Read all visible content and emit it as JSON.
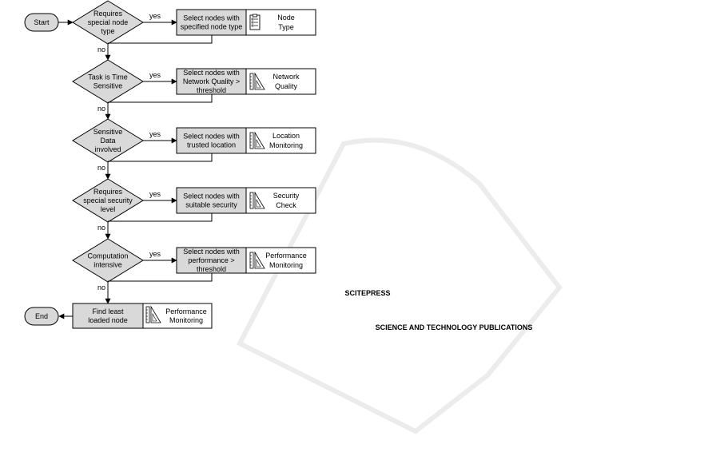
{
  "watermark": {
    "brand": "SCITEPRESS",
    "tagline": "SCIENCE AND TECHNOLOGY PUBLICATIONS",
    "color": "#e4e4e4"
  },
  "colors": {
    "process_fill": "#d9d9d9",
    "line": "#000000"
  },
  "start": {
    "label": "Start"
  },
  "end": {
    "label": "End"
  },
  "decisions": [
    {
      "lines": [
        "Requires",
        "special node",
        "type"
      ],
      "yes": "yes",
      "no": "no",
      "action": [
        "Select nodes with",
        "specified node type"
      ],
      "module": [
        "Node",
        "Type"
      ],
      "icon": "clipboard-list-icon"
    },
    {
      "lines": [
        "Task is Time",
        "Sensitive"
      ],
      "yes": "yes",
      "no": "no",
      "action": [
        "Select nodes with",
        "Network Quality >",
        "threshold"
      ],
      "module": [
        "Network",
        "Quality"
      ],
      "icon": "ruler-triangle-icon"
    },
    {
      "lines": [
        "Sensitive",
        "Data",
        "involved"
      ],
      "yes": "yes",
      "no": "no",
      "action": [
        "Select nodes with",
        "trusted location"
      ],
      "module": [
        "Location",
        "Monitoring"
      ],
      "icon": "ruler-triangle-icon"
    },
    {
      "lines": [
        "Requires",
        "special security",
        "level"
      ],
      "yes": "yes",
      "no": "no",
      "action": [
        "Select nodes with",
        "suitable security"
      ],
      "module": [
        "Security",
        "Check"
      ],
      "icon": "ruler-triangle-icon"
    },
    {
      "lines": [
        "Computation",
        "intensive"
      ],
      "yes": "yes",
      "no": "no",
      "action": [
        "Select nodes with",
        "performance >",
        "threshold"
      ],
      "module": [
        "Performance",
        "Monitoring"
      ],
      "icon": "ruler-triangle-icon"
    }
  ],
  "final": {
    "action": [
      "Find least",
      "loaded node"
    ],
    "module": [
      "Performance",
      "Monitoring"
    ],
    "icon": "ruler-triangle-icon"
  }
}
